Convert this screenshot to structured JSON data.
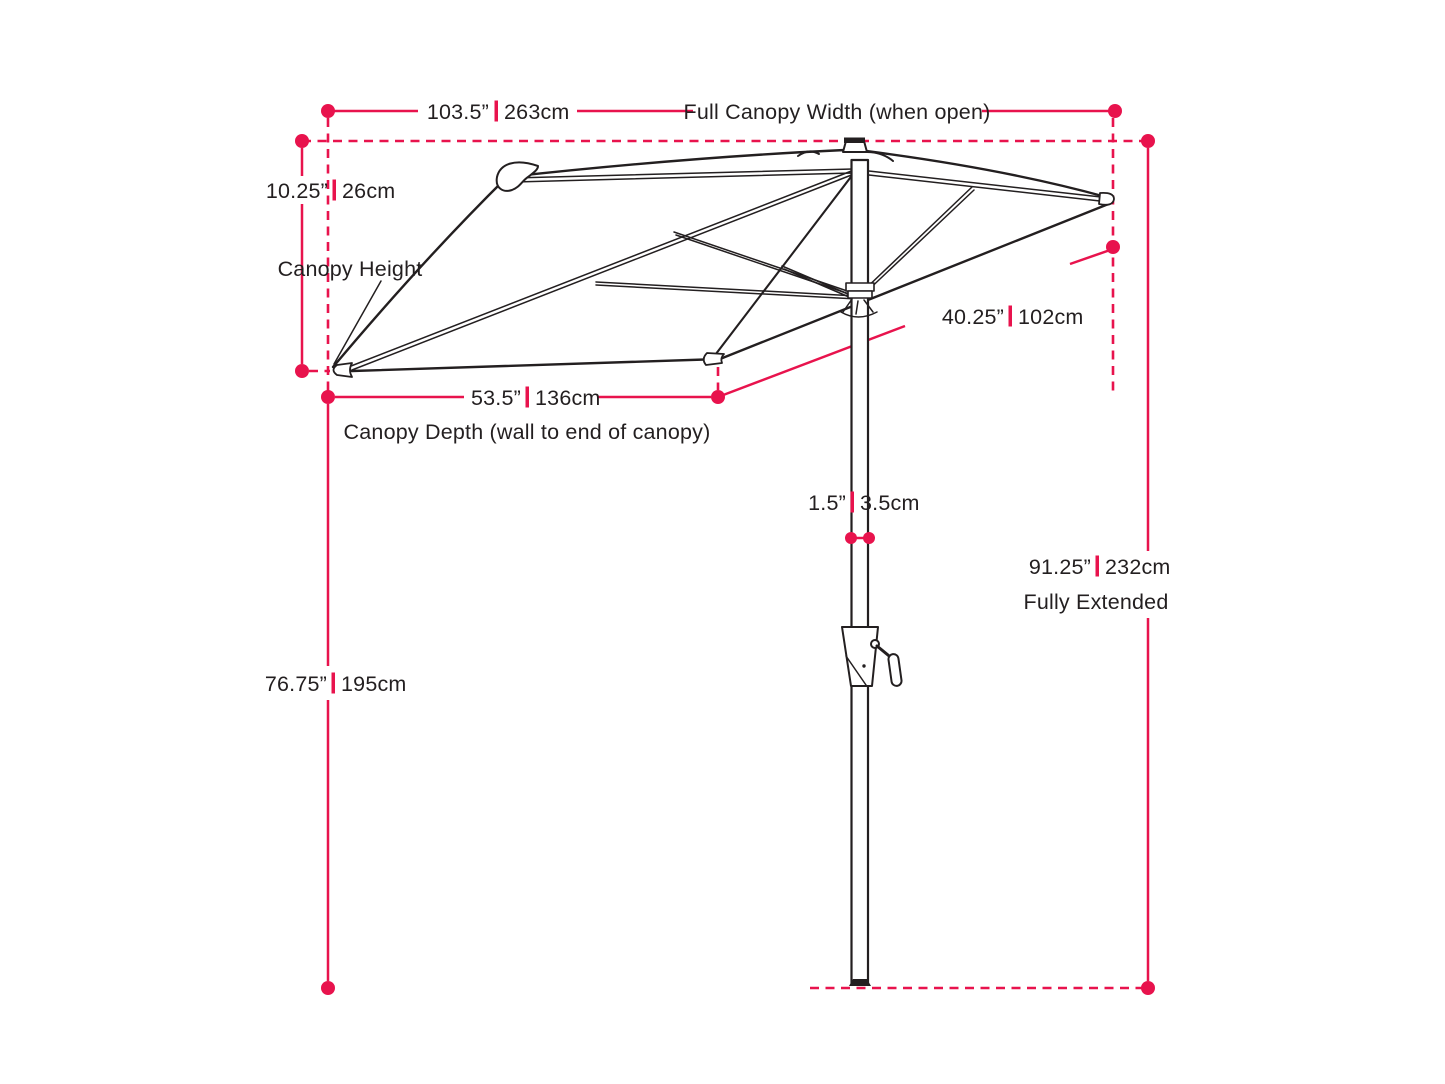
{
  "diagram": {
    "accent_color": "#e8134d",
    "ink_color": "#231f20",
    "dimensions": {
      "full_canopy_width": {
        "inches": "103.5”",
        "cm": "263cm",
        "label": "Full Canopy Width (when open)"
      },
      "canopy_height": {
        "inches": "10.25”",
        "cm": "26cm",
        "label": "Canopy Height"
      },
      "canopy_depth": {
        "inches": "53.5”",
        "cm": "136cm",
        "label": "Canopy Depth (wall to end of canopy)"
      },
      "canopy_diagonal": {
        "inches": "40.25”",
        "cm": "102cm"
      },
      "pole_diameter": {
        "inches": "1.5”",
        "cm": "3.5cm"
      },
      "full_height": {
        "inches": "91.25”",
        "cm": "232cm",
        "label": "Fully Extended"
      },
      "pole_height": {
        "inches": "76.75”",
        "cm": "195cm"
      }
    }
  }
}
